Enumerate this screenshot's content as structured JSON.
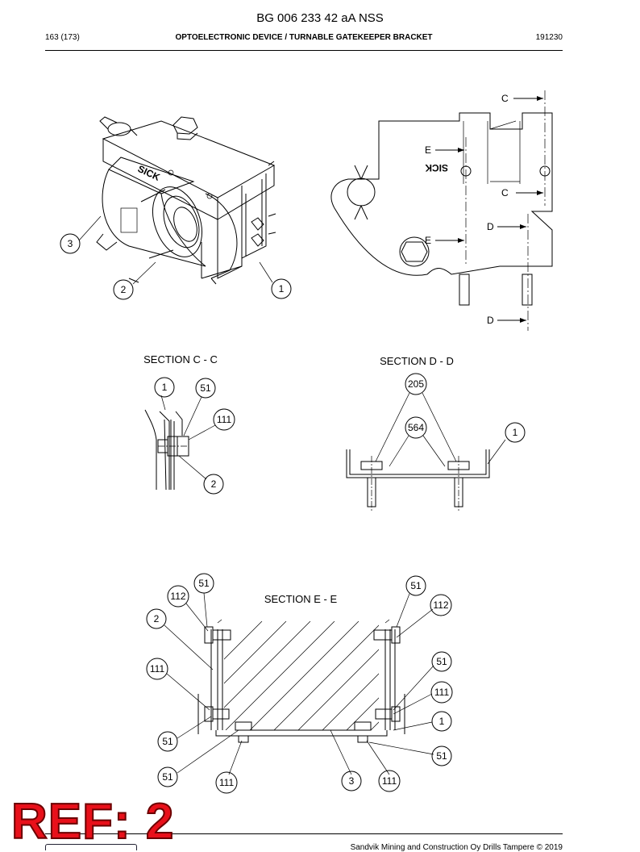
{
  "header": {
    "doc_id": "BG 006 233 42 aA NSS",
    "page": "163 (173)",
    "title": "OPTOELECTRONIC DEVICE / TURNABLE GATEKEEPER BRACKET",
    "date": "191230"
  },
  "main_view": {
    "logo_text": "SICK",
    "callouts": [
      "3",
      "2",
      "1"
    ]
  },
  "side_view": {
    "logo_text": "SICK",
    "markers": {
      "c_top": "C",
      "c_bot": "C",
      "e_top": "E",
      "e_bot": "E",
      "d_top": "D",
      "d_bot": "D"
    }
  },
  "section_cc": {
    "title": "SECTION C - C",
    "callouts": [
      "1",
      "51",
      "111",
      "2"
    ]
  },
  "section_dd": {
    "title": "SECTION D - D",
    "callouts": [
      "205",
      "564",
      "1"
    ]
  },
  "section_ee": {
    "title": "SECTION E - E",
    "callouts": [
      "51",
      "112",
      "2",
      "111",
      "51",
      "51",
      "111",
      "3",
      "111",
      "51",
      "112",
      "51",
      "111",
      "1",
      "51"
    ]
  },
  "stamp": {
    "text": "REF: 2",
    "color": "#e8101a"
  },
  "footer": {
    "copyright": "Sandvik Mining and Construction Oy Drills Tampere © 2019"
  }
}
